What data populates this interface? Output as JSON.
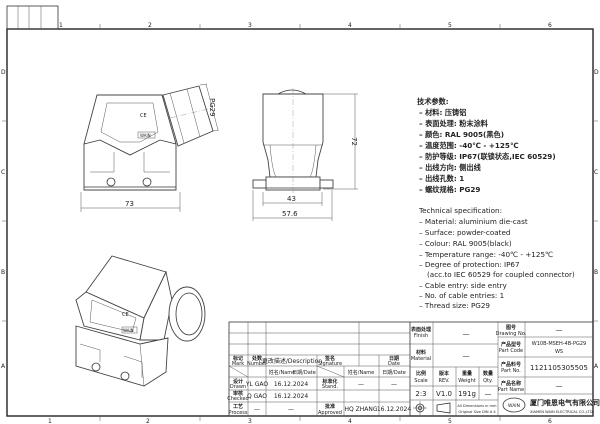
{
  "frame": {
    "zones_horizontal": [
      "1",
      "2",
      "3",
      "4",
      "5",
      "6"
    ],
    "zones_vertical": [
      "D",
      "C",
      "B",
      "A"
    ]
  },
  "views": {
    "front": {
      "width_dim": "73",
      "thread_dim": "PG29",
      "marks": [
        "CE",
        "WAIN"
      ]
    },
    "side": {
      "height_dim": "72",
      "inner_width_dim": "43",
      "outer_width_dim": "57.6"
    },
    "iso": {
      "marks": [
        "CE",
        "WAIN"
      ]
    }
  },
  "spec_zh": {
    "title": "技术参数:",
    "items": [
      "材料: 压铸铝",
      "表面处理: 粉末涂料",
      "颜色: RAL 9005(黑色)",
      "温度范围: -40℃ - +125℃",
      "防护等级: IP67(联锁状态,IEC 60529)",
      "出线方向: 侧出线",
      "出线孔数: 1",
      "螺纹规格: PG29"
    ]
  },
  "spec_en": {
    "title": "Technical specification:",
    "items": [
      "Material: aluminium die-cast",
      "Surface: powder-coated",
      "Colour: RAL 9005(black)",
      "Temperature range: -40℃ - +125℃",
      "Degree of protection: IP67",
      "(acc.to IEC 60529 for coupled connector)",
      "Cable entry: side entry",
      "No. of cable entries: 1",
      "Thread size: PG29"
    ]
  },
  "title_block": {
    "rev_header": {
      "mark_zh": "标记",
      "mark": "Mark",
      "number_zh": "处数",
      "number": "Number",
      "desc": "更改描述/Description",
      "sig_zh": "签名",
      "sig": "Signature",
      "date_zh": "日期",
      "date": "Date"
    },
    "name_col": "姓名/Name",
    "date_col": "日期/Date",
    "drawn": {
      "label_zh": "设计",
      "label": "Drawn",
      "name": "YL GAO",
      "date": "16.12.2024"
    },
    "checked": {
      "label_zh": "审核",
      "label": "Checked",
      "name": "Q GAO",
      "date": "16.12.2024"
    },
    "process": {
      "label_zh": "工艺",
      "label": "Process",
      "name": "—",
      "date": "—"
    },
    "stand": {
      "label_zh": "标准化",
      "label": "Stand.",
      "name": "—",
      "date": "—"
    },
    "approved": {
      "label_zh": "批准",
      "label": "Approved",
      "name": "HQ ZHANG",
      "date": "16.12.2024"
    },
    "finish": {
      "label_zh": "表面处理",
      "label": "Finish",
      "value": "—"
    },
    "material": {
      "label_zh": "材料",
      "label": "Material",
      "value": "—"
    },
    "scale": {
      "label_zh": "比例",
      "label": "Scale",
      "value": "2:3"
    },
    "rev": {
      "label_zh": "版本",
      "label": "REV.",
      "value": "V1.0"
    },
    "weight": {
      "label_zh": "重量",
      "label": "Weight",
      "value": "191g"
    },
    "qty": {
      "label_zh": "数量",
      "label": "Qty.",
      "value": "—"
    },
    "dims_note": "All Dimensions in mm",
    "size_note": "Original Size DIN A 4",
    "drawing_no": {
      "label_zh": "图号",
      "label": "Drawing No.",
      "value": "—"
    },
    "part_code": {
      "label_zh": "产品型号",
      "label": "Part Code",
      "value_1": "W10B-MSEH-4B-PG29",
      "value_2": "WS"
    },
    "part_no": {
      "label_zh": "产品料号",
      "label": "Part No.",
      "value": "1121105305505"
    },
    "part_name": {
      "label_zh": "产品名称",
      "label": "Part Name",
      "value": "—"
    },
    "company_zh": "厦门唯恩电气有限公司",
    "company_en": "XIAMEN WAIN ELECTRICAL CO.,LTD.",
    "logo": "WAIN"
  }
}
